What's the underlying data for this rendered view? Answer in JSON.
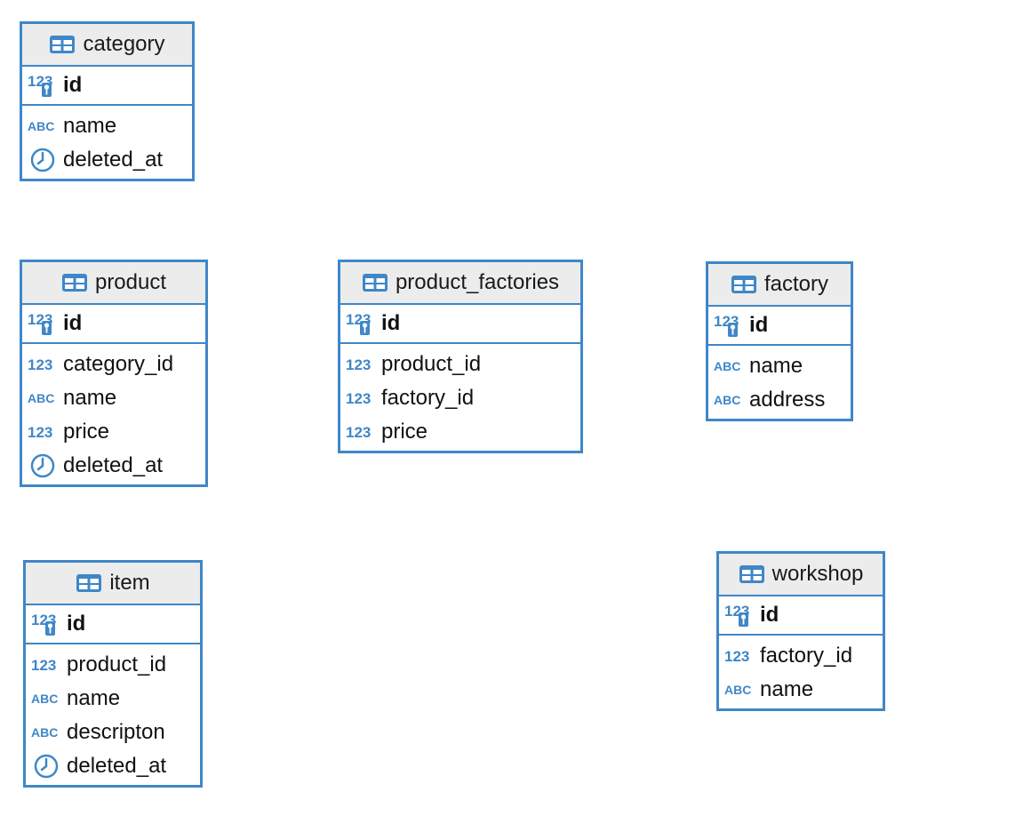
{
  "entities": [
    {
      "key": "category",
      "name": "category",
      "pk": {
        "name": "id",
        "type": "pk-number-icon"
      },
      "columns": [
        {
          "name": "name",
          "type": "text-type-icon"
        },
        {
          "name": "deleted_at",
          "type": "clock-icon"
        }
      ]
    },
    {
      "key": "product",
      "name": "product",
      "pk": {
        "name": "id",
        "type": "pk-number-icon"
      },
      "columns": [
        {
          "name": "category_id",
          "type": "number-type-icon"
        },
        {
          "name": "name",
          "type": "text-type-icon"
        },
        {
          "name": "price",
          "type": "number-type-icon"
        },
        {
          "name": "deleted_at",
          "type": "clock-icon"
        }
      ]
    },
    {
      "key": "product_factories",
      "name": "product_factories",
      "pk": {
        "name": "id",
        "type": "pk-number-icon"
      },
      "columns": [
        {
          "name": "product_id",
          "type": "number-type-icon"
        },
        {
          "name": "factory_id",
          "type": "number-type-icon"
        },
        {
          "name": "price",
          "type": "number-type-icon"
        }
      ]
    },
    {
      "key": "factory",
      "name": "factory",
      "pk": {
        "name": "id",
        "type": "pk-number-icon"
      },
      "columns": [
        {
          "name": "name",
          "type": "text-type-icon"
        },
        {
          "name": "address",
          "type": "text-type-icon"
        }
      ]
    },
    {
      "key": "item",
      "name": "item",
      "pk": {
        "name": "id",
        "type": "pk-number-icon"
      },
      "columns": [
        {
          "name": "product_id",
          "type": "number-type-icon"
        },
        {
          "name": "name",
          "type": "text-type-icon"
        },
        {
          "name": "descripton",
          "type": "text-type-icon"
        },
        {
          "name": "deleted_at",
          "type": "clock-icon"
        }
      ]
    },
    {
      "key": "workshop",
      "name": "workshop",
      "pk": {
        "name": "id",
        "type": "pk-number-icon"
      },
      "columns": [
        {
          "name": "factory_id",
          "type": "number-type-icon"
        },
        {
          "name": "name",
          "type": "text-type-icon"
        }
      ]
    }
  ],
  "colors": {
    "border": "#3f87c8",
    "header_bg": "#ececec",
    "icon": "#3f87c8"
  }
}
